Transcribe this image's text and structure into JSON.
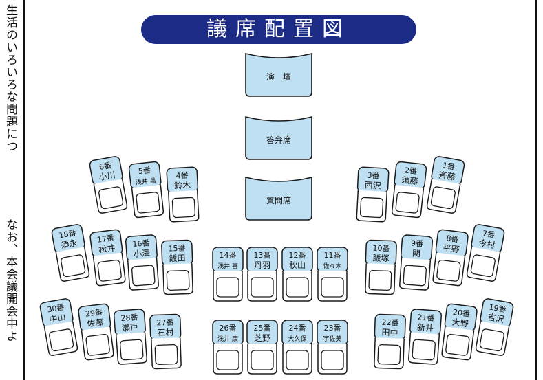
{
  "side_text": {
    "col1": "生活のいろいろな問題につ",
    "col2": "なお、本会議開会中よ"
  },
  "title": "議席配置図",
  "podiums": [
    {
      "id": "podium",
      "label": "演　壇"
    },
    {
      "id": "answer",
      "label": "答弁席"
    },
    {
      "id": "question",
      "label": "質問席"
    }
  ],
  "seats": [
    {
      "num": "6番",
      "name": "小川"
    },
    {
      "num": "5番",
      "name": "浅井 昌"
    },
    {
      "num": "4番",
      "name": "鈴木"
    },
    {
      "num": "3番",
      "name": "西沢"
    },
    {
      "num": "2番",
      "name": "須藤"
    },
    {
      "num": "1番",
      "name": "斉藤"
    },
    {
      "num": "18番",
      "name": "須永"
    },
    {
      "num": "17番",
      "name": "松井"
    },
    {
      "num": "16番",
      "name": "小澤"
    },
    {
      "num": "15番",
      "name": "飯田"
    },
    {
      "num": "14番",
      "name": "浅井 喜"
    },
    {
      "num": "13番",
      "name": "丹羽"
    },
    {
      "num": "12番",
      "name": "秋山"
    },
    {
      "num": "11番",
      "name": "佐々木"
    },
    {
      "num": "10番",
      "name": "飯塚"
    },
    {
      "num": "9番",
      "name": "関"
    },
    {
      "num": "8番",
      "name": "平野"
    },
    {
      "num": "7番",
      "name": "今村"
    },
    {
      "num": "30番",
      "name": "中山"
    },
    {
      "num": "29番",
      "name": "佐藤"
    },
    {
      "num": "28番",
      "name": "瀬戸"
    },
    {
      "num": "27番",
      "name": "石村"
    },
    {
      "num": "26番",
      "name": "浅井 康"
    },
    {
      "num": "25番",
      "name": "芝野"
    },
    {
      "num": "24番",
      "name": "大久保"
    },
    {
      "num": "23番",
      "name": "宇佐美"
    },
    {
      "num": "22番",
      "name": "田中"
    },
    {
      "num": "21番",
      "name": "新井"
    },
    {
      "num": "20番",
      "name": "大野"
    },
    {
      "num": "19番",
      "name": "吉沢"
    }
  ],
  "colors": {
    "title_bg": "#1c2b86",
    "title_text": "#ffffff",
    "seat_fill": "#bfe0f2",
    "outline": "#1a1a1a"
  }
}
